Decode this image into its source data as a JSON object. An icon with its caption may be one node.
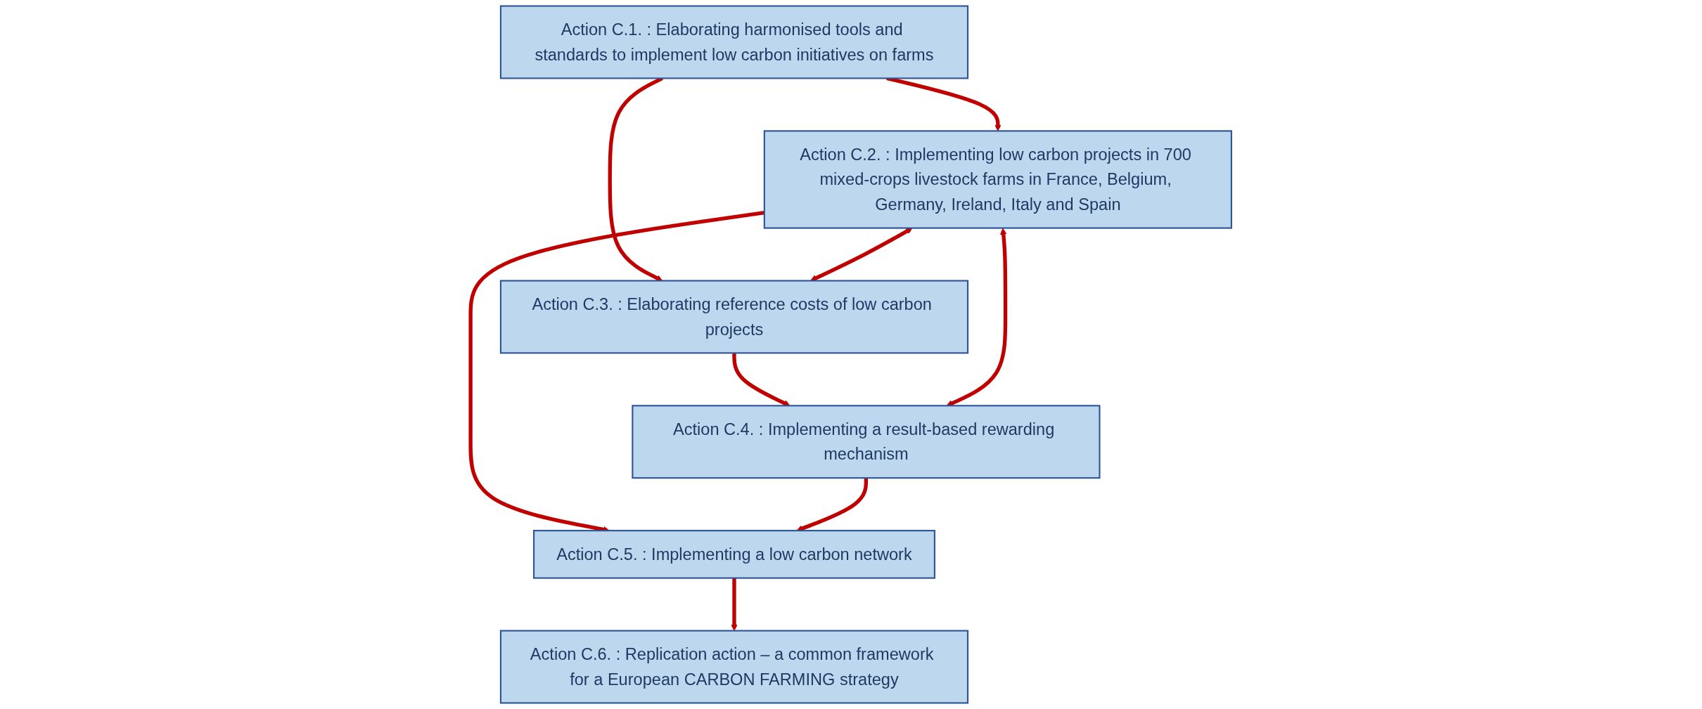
{
  "diagram": {
    "nodes": [
      {
        "text": [
          "Action C.1. : Elaborating harmonised tools and standards to implement low carbon initiatives on farms"
        ]
      },
      {
        "text": [
          "Action C.2. : Implementing low carbon projects in 700 mixed-crops livestock farms in France, Belgium, Germany, Ireland, Italy and Spain"
        ]
      },
      {
        "text": [
          "Action C.3. : Elaborating reference costs of low carbon projects"
        ]
      },
      {
        "text": [
          "Action C.4. : Implementing a result-based rewarding mechanism"
        ]
      },
      {
        "text": [
          "Action C.5. : Implementing a low carbon network"
        ]
      },
      {
        "text": [
          "Action C.6. : Replication action – a common framework for a European CARBON FARMING strategy"
        ]
      }
    ],
    "edges": [
      {
        "from": 0,
        "to": 1,
        "arrow": "to"
      },
      {
        "from": 0,
        "to": 2,
        "arrow": "to"
      },
      {
        "from": 1,
        "to": 2,
        "arrow": "both"
      },
      {
        "from": 2,
        "to": 3,
        "arrow": "to"
      },
      {
        "from": 1,
        "to": 3,
        "arrow": "both"
      },
      {
        "from": 1,
        "to": 4,
        "arrow": "to"
      },
      {
        "from": 3,
        "to": 4,
        "arrow": "to"
      },
      {
        "from": 4,
        "to": 5,
        "arrow": "to"
      }
    ]
  }
}
